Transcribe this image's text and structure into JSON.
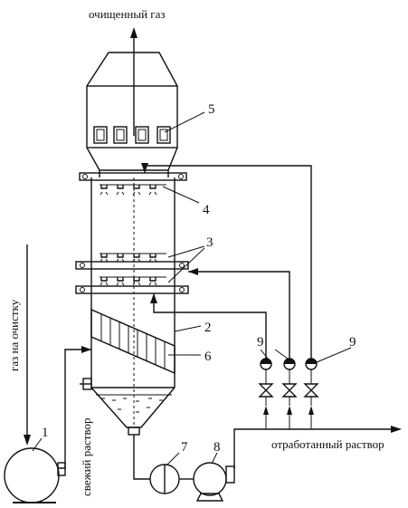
{
  "labels": {
    "clean_gas": "очищенный газ",
    "gas_in": "газ на очистку",
    "fresh_solution": "свежий раствор",
    "spent_solution": "отработанный раствор"
  },
  "callouts": {
    "n1": "1",
    "n2": "2",
    "n3": "3",
    "n4": "4",
    "n5": "5",
    "n6": "6",
    "n7": "7",
    "n8": "8",
    "n9a": "9",
    "n9b": "9"
  },
  "colors": {
    "ink": "#111111",
    "paper": "#ffffff"
  }
}
